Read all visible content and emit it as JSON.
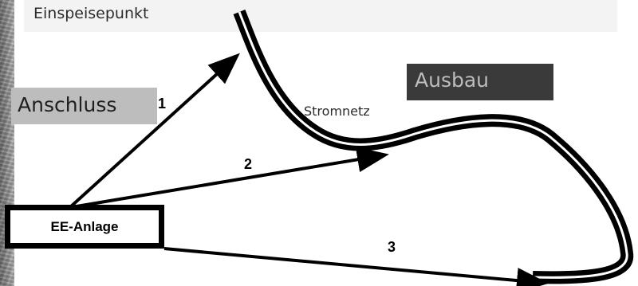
{
  "labels": {
    "einspeisepunkt": "Einspeisepunkt",
    "anschluss": "Anschluss",
    "ausbau": "Ausbau",
    "stromnetz": "Stromnetz",
    "ee_anlage": "EE-Anlage"
  },
  "arrows": [
    {
      "number": "1",
      "to": "Einspeisepunkt"
    },
    {
      "number": "2",
      "to": "Stromnetz"
    },
    {
      "number": "3",
      "to": "Stromnetz"
    }
  ],
  "colors": {
    "grid_line": "#000000",
    "grid_core": "#ffffff",
    "arrow": "#000000"
  }
}
